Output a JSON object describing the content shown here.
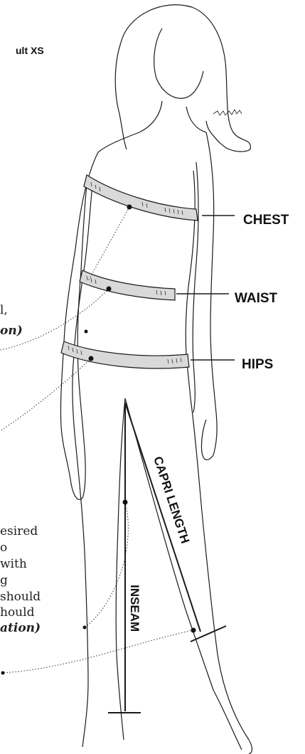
{
  "header": {
    "size_fragment": "ult XS"
  },
  "labels": {
    "chest": "CHEST",
    "waist": "WAIST",
    "hips": "HIPS",
    "capri_length": "CAPRI LENGTH",
    "inseam": "INSEAM"
  },
  "left_notes": {
    "waist_note_line1": "l,",
    "waist_note_line2": "on)",
    "inseam_note_lines": [
      "esired",
      "o",
      "with",
      "g",
      "should",
      "hould",
      "ation)"
    ]
  },
  "colors": {
    "tape_fill": "#d9d9d9",
    "line": "#1a1a1a"
  }
}
